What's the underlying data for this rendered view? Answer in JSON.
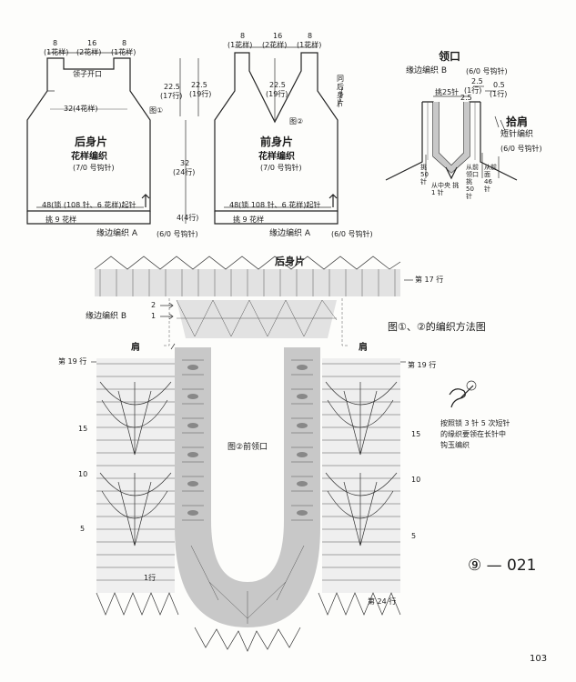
{
  "back_piece": {
    "top_left_m": "8",
    "top_left_r": "(1花样)",
    "top_mid_m": "16",
    "top_mid_r": "(2花样)",
    "top_right_m": "8",
    "top_right_r": "(1花样)",
    "neck_label": "领子开口",
    "dim_22_5_a": "22.5",
    "dim_17_rows": "(17行)",
    "dim_22_5_b": "22.5",
    "dim_19_rows": "(19行)",
    "width_32": "32(4花样)",
    "circle_note": "图①",
    "dim_32": "32",
    "dim_24_rows": "(24行)",
    "title": "后身片",
    "pattern": "花样编织",
    "hook": "(7/0 号钩针)",
    "bottom_width": "48(锁 (108 针、6 花样)起针",
    "pickup": "挑 9 花样",
    "dim_4": "4",
    "dim_4_rows": "(4行)",
    "edge": "缘边编织 A",
    "edge_hook": "(6/0 号钩针)"
  },
  "front_piece": {
    "top_left_m": "8",
    "top_left_r": "(1花样)",
    "top_mid_m": "16",
    "top_mid_r": "(2花样)",
    "top_right_m": "8",
    "top_right_r": "(1花样)",
    "dim_22_5": "22.5",
    "dim_19_rows": "(19行)",
    "circle_note": "图②",
    "side_note": "同后身片",
    "title": "前身片",
    "pattern": "花样编织",
    "hook": "(7/0 号钩针)",
    "bottom_width": "48(锁 108 针、6 花样)起针",
    "pickup": "挑 9 花样",
    "edge": "缘边编织 A",
    "edge_hook": "(6/0 号钩针)"
  },
  "neckline": {
    "title": "领口",
    "edge": "缘边编织 B",
    "hook": "(6/0 号钩针)",
    "dim_2_5_a": "2.5",
    "dim_2_5_b": "2.5",
    "dim_1_row": "(1行)",
    "dim_0_5": "0.5",
    "dim_1_row_b": "(1行)",
    "pick25": "挑25针",
    "pick50": "挑 50 针",
    "from_front": "从前领口挑 50 针",
    "from_center": "从中央 挑 1 针",
    "from_front_b": "从前面 46 针"
  },
  "shoulder": {
    "title": "拾肩",
    "pattern": "短针编织",
    "hook": "(6/0 号钩针)"
  },
  "chart": {
    "back_label": "后身片",
    "row17": "第 17 行",
    "edge_b": "缘边编织 B",
    "row2": "2",
    "row1": "1",
    "method_title": "图①、②的编织方法图",
    "shoulder_left": "肩",
    "shoulder_right": "肩",
    "row19_left": "第 19 行",
    "row19_right": "第 19 行",
    "front_neck": "图②前领口",
    "n15_l": "15",
    "n15_r": "15",
    "n10_l": "10",
    "n10_r": "10",
    "n5_l": "5",
    "n5_r": "5",
    "n1_l": "1行",
    "row24": "第 24 行",
    "tip_line1": "按照锁 3 针 5 次短针",
    "tip_line2": "的缘织要领在长针中",
    "tip_line3": "钩玉编织",
    "pattern_no": "⑨ — 021"
  },
  "page_number": "103"
}
